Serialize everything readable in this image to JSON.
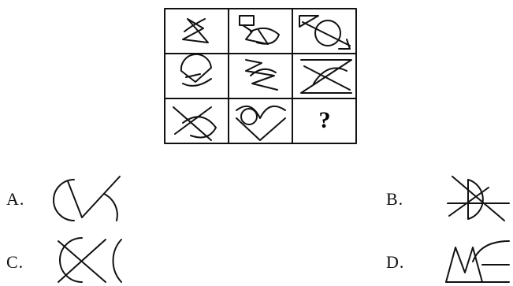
{
  "question_mark": "?",
  "options": [
    {
      "label": "A.",
      "figure": "circle-with-check-stroke-figure"
    },
    {
      "label": "B.",
      "figure": "semicircle-with-crossing-lines-figure"
    },
    {
      "label": "C.",
      "figure": "crescents-with-x-figure"
    },
    {
      "label": "D.",
      "figure": "zigzag-with-arc-figure"
    }
  ],
  "colors": {
    "stroke": "#111111",
    "background": "#ffffff"
  }
}
